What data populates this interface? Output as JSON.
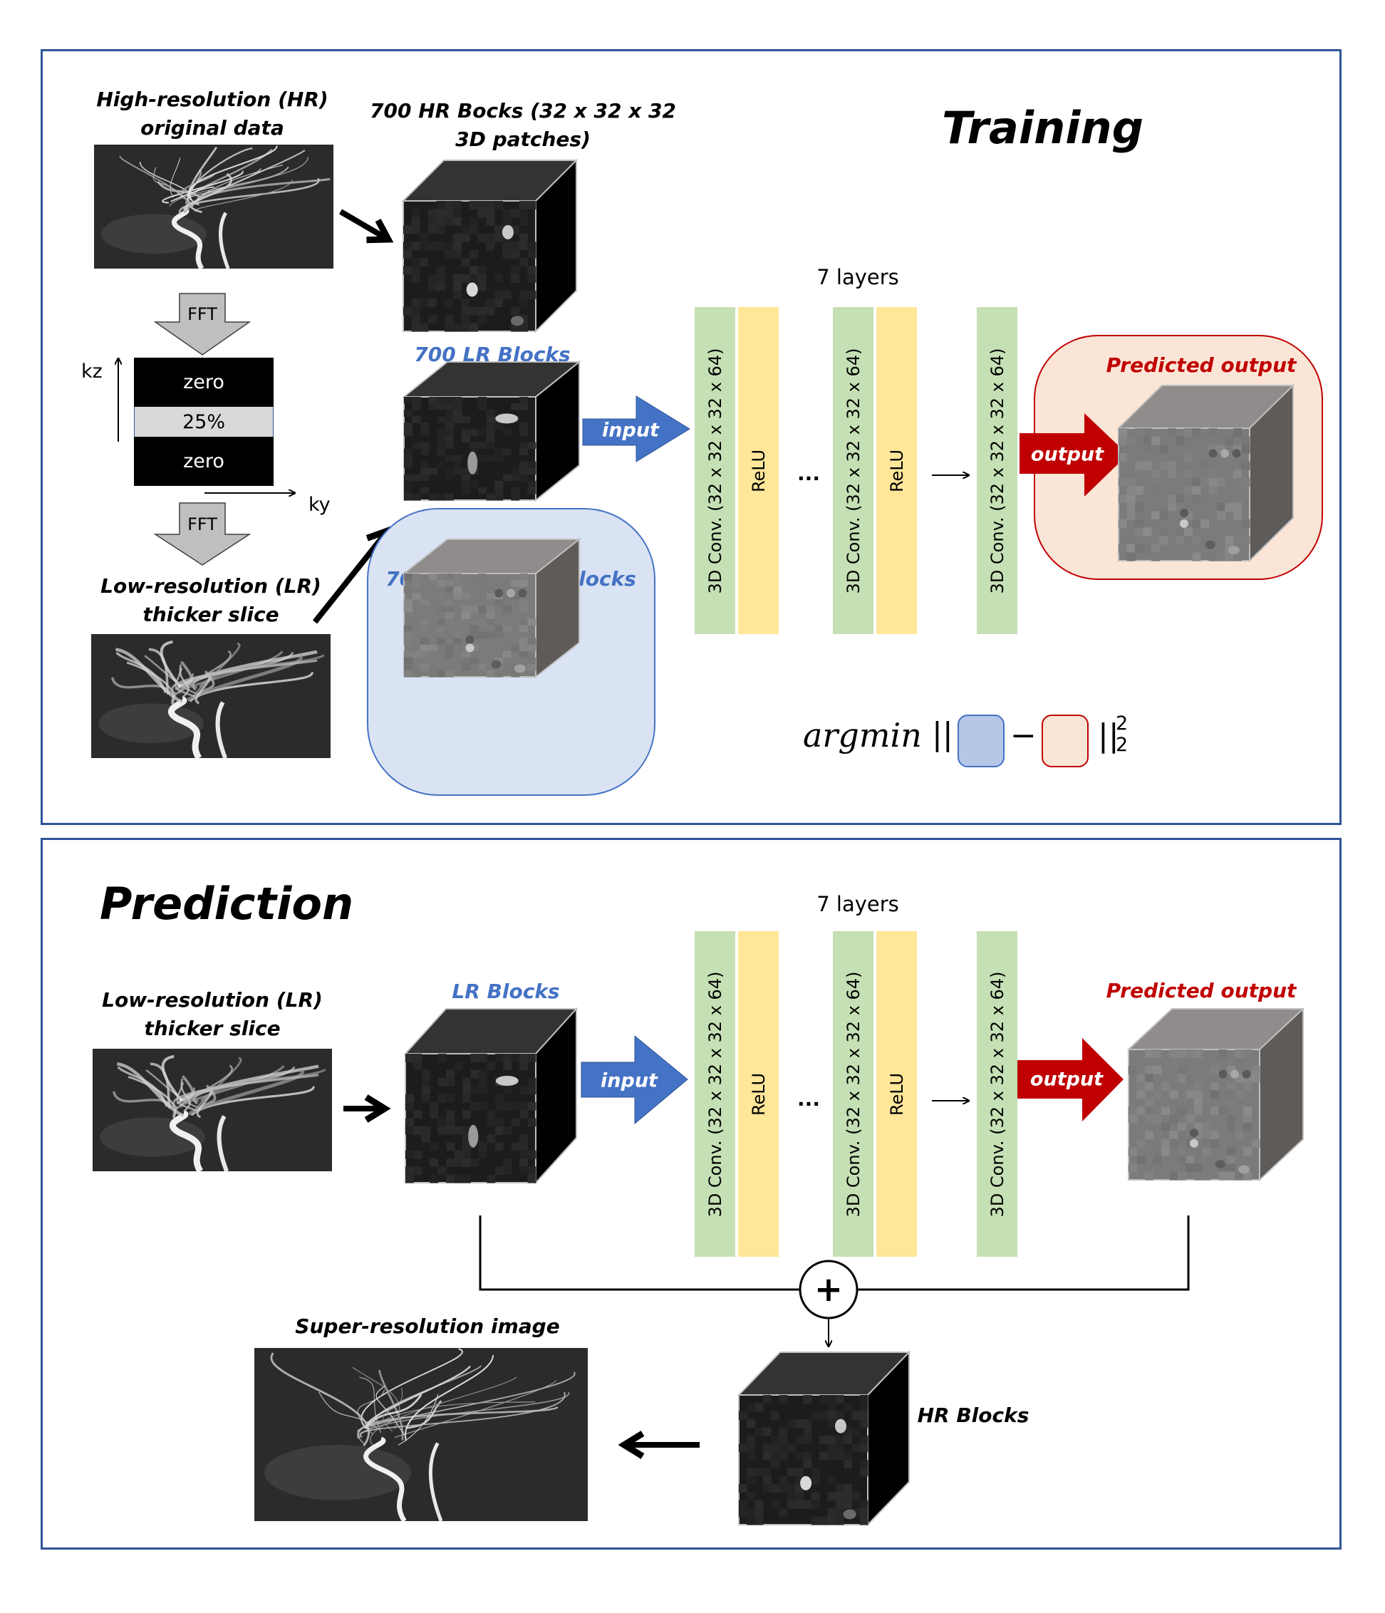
{
  "training": {
    "title": "Training",
    "hr_source_label_line1": "High-resolution (HR)",
    "hr_source_label_line2": "original data",
    "hr_blocks_label_line1": "700 HR Bocks (32 x 32 x 32",
    "hr_blocks_label_line2": "3D patches)",
    "fft_top_label": "FFT",
    "fft_bottom_label": "FFT",
    "kspace": {
      "top_band": "zero",
      "middle_band": "25%",
      "bottom_band": "zero",
      "vertical_axis": "kz",
      "horizontal_axis": "ky"
    },
    "lr_source_label_line1": "Low-resolution (LR)",
    "lr_source_label_line2": "thicker slice",
    "lr_blocks_label": "700 LR Blocks",
    "subtracted_blocks_label": "700 subtracted Blocks",
    "input_arrow_label": "input",
    "layers_label": "7 layers",
    "conv_label": "3D Conv. (32 x 32 x 32 x 64)",
    "relu_label": "ReLU",
    "ellipsis": "...",
    "output_arrow_label": "output",
    "predicted_output_label": "Predicted output",
    "loss": {
      "operator": "argmin",
      "norm_open": "||",
      "minus": "−",
      "norm_close": "||",
      "superscript": "2",
      "subscript": "2"
    }
  },
  "prediction": {
    "title": "Prediction",
    "lr_source_label_line1": "Low-resolution (LR)",
    "lr_source_label_line2": "thicker slice",
    "lr_blocks_label": "LR Blocks",
    "input_arrow_label": "input",
    "layers_label": "7 layers",
    "conv_label": "3D Conv. (32 x 32 x 32 x 64)",
    "relu_label": "ReLU",
    "ellipsis": "...",
    "output_arrow_label": "output",
    "predicted_output_label": "Predicted output",
    "sum_symbol": "+",
    "hr_blocks_label": "HR Blocks",
    "super_resolution_label": "Super-resolution image"
  },
  "colors": {
    "frame": "#2f5597",
    "input_blue": "#4472c4",
    "output_red": "#c00000",
    "conv_green": "#c5e0b4",
    "relu_yellow": "#ffe699",
    "subtracted_fill": "#dae3f3",
    "predicted_fill": "#fbe5d6"
  }
}
